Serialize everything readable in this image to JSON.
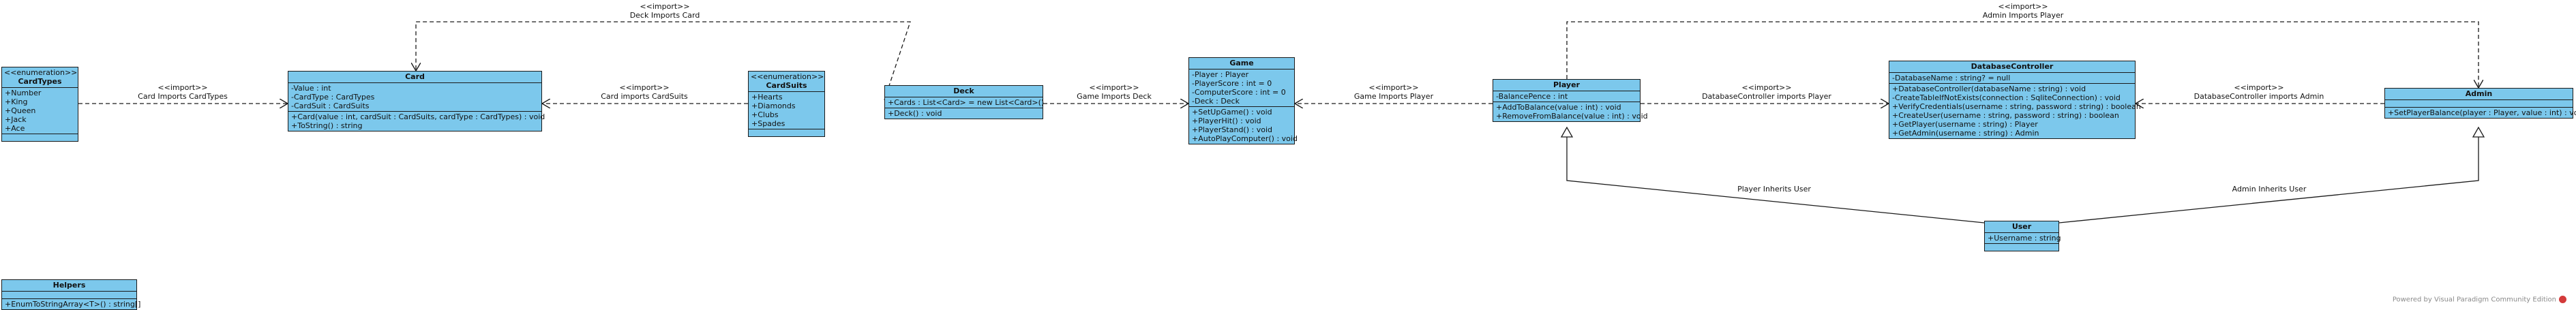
{
  "classes": {
    "cardtypes": {
      "stereotype": "<<enumeration>>",
      "name": "CardTypes",
      "attributes": [
        "+Number",
        "+King",
        "+Queen",
        "+Jack",
        "+Ace"
      ],
      "operations": []
    },
    "card": {
      "name": "Card",
      "attributes": [
        "-Value : int",
        "-CardType : CardTypes",
        "-CardSuit : CardSuits"
      ],
      "operations": [
        "+Card(value : int, cardSuit : CardSuits, cardType : CardTypes) : void",
        "+ToString() : string"
      ]
    },
    "cardsuits": {
      "stereotype": "<<enumeration>>",
      "name": "CardSuits",
      "attributes": [
        "+Hearts",
        "+Diamonds",
        "+Clubs",
        "+Spades"
      ],
      "operations": []
    },
    "deck": {
      "name": "Deck",
      "attributes": [
        "+Cards : List<Card> = new List<Card>()"
      ],
      "operations": [
        "+Deck() : void"
      ]
    },
    "game": {
      "name": "Game",
      "attributes": [
        "-Player : Player",
        "-PlayerScore : int = 0",
        "-ComputerScore : int = 0",
        "-Deck : Deck"
      ],
      "operations": [
        "+SetUpGame() : void",
        "+PlayerHit() : void",
        "+PlayerStand() : void",
        "+AutoPlayComputer() : void"
      ]
    },
    "player": {
      "name": "Player",
      "attributes": [
        "-BalancePence : int"
      ],
      "operations": [
        "+AddToBalance(value : int) : void",
        "+RemoveFromBalance(value : int) : void"
      ]
    },
    "dbcontroller": {
      "name": "DatabaseController",
      "attributes": [
        "-DatabaseName : string? = null"
      ],
      "operations": [
        "+DatabaseController(databaseName : string) : void",
        "-CreateTableIfNotExists(connection : SqliteConnection) : void",
        "+VerifyCredentials(username : string, password : string) : boolean",
        "+CreateUser(username : string, password : string) : boolean",
        "+GetPlayer(username : string) : Player",
        "+GetAdmin(username : string) : Admin"
      ]
    },
    "admin": {
      "name": "Admin",
      "attributes": [],
      "operations": [
        "+SetPlayerBalance(player : Player, value : int) : void"
      ]
    },
    "user": {
      "name": "User",
      "attributes": [
        "+Username : string"
      ],
      "operations": []
    },
    "helpers": {
      "name": "Helpers",
      "attributes": [],
      "operations": [
        "+EnumToStringArray<T>() : string[]"
      ]
    }
  },
  "relations": {
    "cardtypes_card": {
      "stereo": "<<import>>",
      "text": "Card Imports CardTypes"
    },
    "cardsuits_card": {
      "stereo": "<<import>>",
      "text": "Card imports CardSuits"
    },
    "deck_card": {
      "stereo": "<<import>>",
      "text": "Deck Imports Card"
    },
    "deck_game": {
      "stereo": "<<import>>",
      "text": "Game Imports Deck"
    },
    "player_game": {
      "stereo": "<<import>>",
      "text": "Game Imports Player"
    },
    "player_db": {
      "stereo": "<<import>>",
      "text": "DatabaseController imports Player"
    },
    "admin_db": {
      "stereo": "<<import>>",
      "text": "DatabaseController imports Admin"
    },
    "admin_player": {
      "stereo": "<<import>>",
      "text": "Admin Imports Player"
    },
    "user_player": {
      "text": "Player Inherits User"
    },
    "user_admin": {
      "text": "Admin Inherits User"
    }
  },
  "watermark": "Powered by Visual Paradigm Community Edition",
  "colors": {
    "class_fill": "#7cc8ec",
    "border": "#1a1a1a",
    "watermark_logo": "#d33a3a"
  }
}
